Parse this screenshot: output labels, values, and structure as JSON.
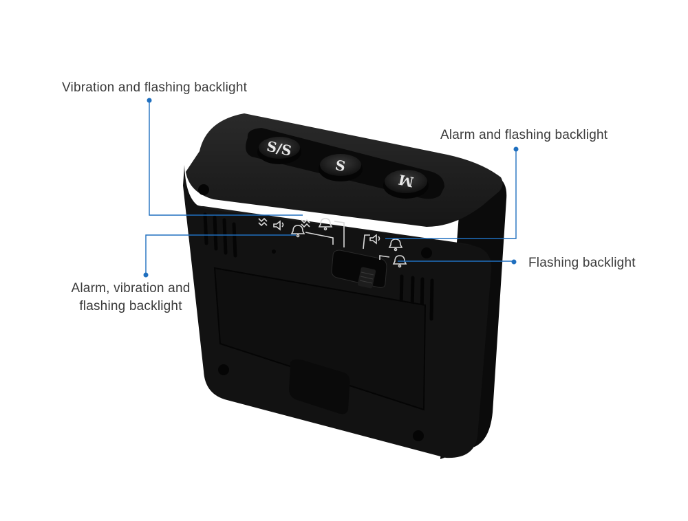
{
  "callouts": {
    "vibration_flash": "Vibration and flashing backlight",
    "alarm_flash": "Alarm and flashing backlight",
    "flash": "Flashing backlight",
    "alarm_vibration_flash_line1": "Alarm, vibration and",
    "alarm_vibration_flash_line2": "flashing backlight"
  },
  "device": {
    "buttons": [
      "S/S",
      "S",
      "M"
    ]
  },
  "colors": {
    "leader_line": "#1f6fbf",
    "device_body": "#141414",
    "label_text": "#3a3a3a"
  },
  "icons": [
    "vibration-icon",
    "speaker-icon",
    "bell-icon"
  ]
}
